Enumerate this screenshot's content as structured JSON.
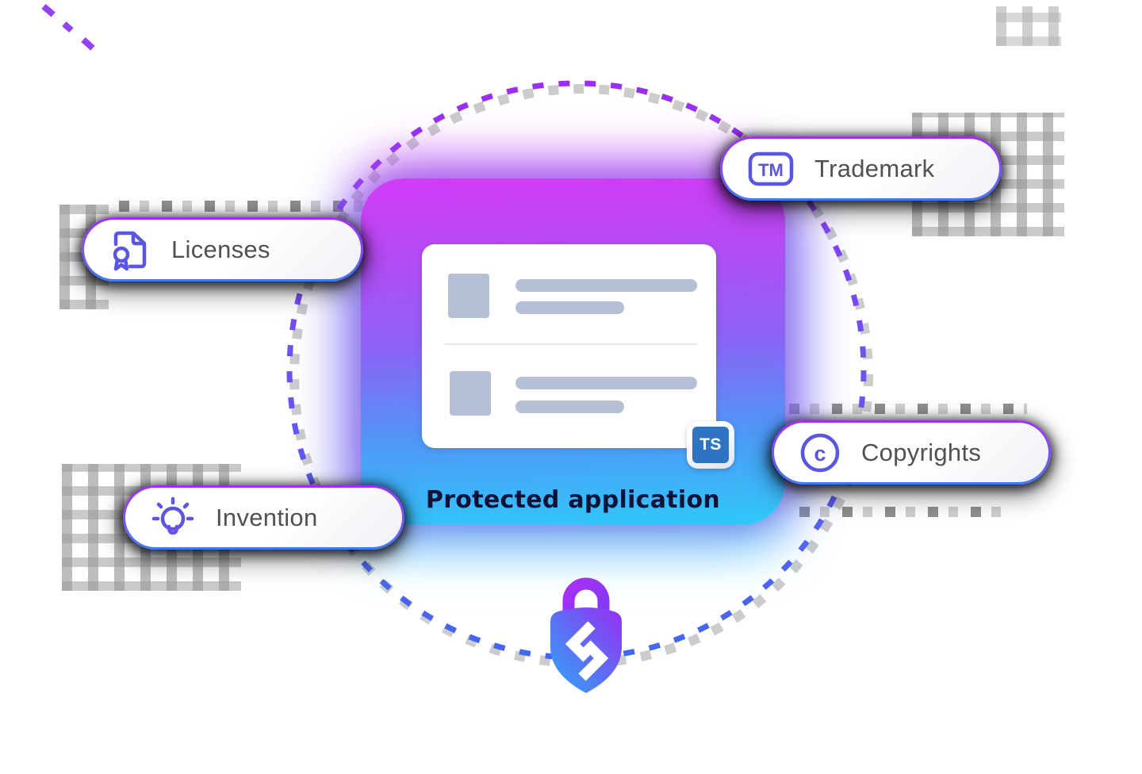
{
  "figure": {
    "caption": "Protected application",
    "badge": {
      "label": "TS"
    },
    "pills": [
      {
        "label": "Trademark",
        "icon": "trademark-icon"
      },
      {
        "label": "Licenses",
        "icon": "license-icon"
      },
      {
        "label": "Copyrights",
        "icon": "copyright-icon"
      },
      {
        "label": "Invention",
        "icon": "invention-icon"
      }
    ],
    "icons": {
      "tm_text": "TM",
      "copyright_text": "c",
      "lock": "shield-lock-icon"
    },
    "colors": {
      "accent_purple": "#a32cf5",
      "accent_blue": "#3c7cf5",
      "icon_indigo": "#5957e2",
      "glow_top_magenta": "#d23cf6",
      "glow_bottom_cyan": "#2fc9f8",
      "ts_blue": "#2f74c2",
      "caption_navy": "#111238",
      "placeholder_gray": "#b5bfd6",
      "dash_purple": "#9d2df2",
      "dash_blue": "#4168ee"
    }
  }
}
